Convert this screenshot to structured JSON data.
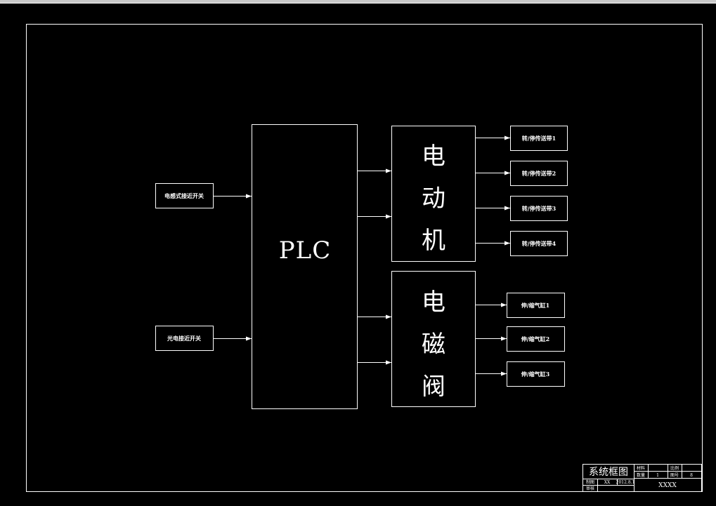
{
  "drawing": {
    "plc_label": "PLC",
    "motor_label": [
      "电",
      "动",
      "机"
    ],
    "valve_label": [
      "电",
      "磁",
      "阀"
    ],
    "inputs": [
      "电感式接近开关",
      "光电接近开关"
    ],
    "motor_outputs": [
      "转/停传送带1",
      "转/停传送带2",
      "转/停传送带3",
      "转/停传送带4"
    ],
    "valve_outputs": [
      "伸/缩气缸1",
      "伸/缩气缸2",
      "伸/缩气缸3"
    ]
  },
  "title_block": {
    "title": "系统框图",
    "material_label": "材料",
    "scale_label": "比例",
    "quantity_label": "数量",
    "quantity_value": "1",
    "drawing_no_label": "图号",
    "drawing_no_value": "8",
    "drawn_label": "制图",
    "drawn_value": "XX",
    "date_value": "2012.8.1",
    "checked_label": "审核",
    "company": "XXXX"
  }
}
